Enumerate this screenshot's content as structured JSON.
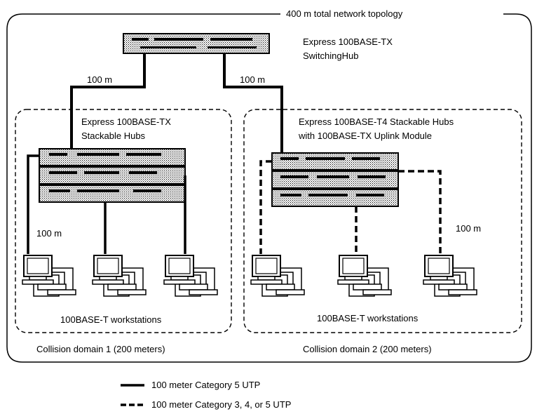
{
  "title": "400 m total network topology",
  "switching_hub": {
    "line1": "Express 100BASE-TX",
    "line2": "SwitchingHub"
  },
  "trunk_left_length": "100 m",
  "trunk_right_length": "100 m",
  "domain1": {
    "hub_line1": "Express 100BASE-TX",
    "hub_line2": "Stackable Hubs",
    "drop_length": "100 m",
    "workstations_label": "100BASE-T workstations",
    "caption": "Collision domain 1 (200 meters)"
  },
  "domain2": {
    "hub_line1": "Express 100BASE-T4 Stackable Hubs",
    "hub_line2": "with 100BASE-TX Uplink Module",
    "drop_length": "100 m",
    "workstations_label": "100BASE-T workstations",
    "caption": "Collision domain 2 (200 meters)"
  },
  "legend": {
    "solid": "100 meter Category 5 UTP",
    "dashed": "100 meter Category 3, 4, or 5 UTP"
  }
}
